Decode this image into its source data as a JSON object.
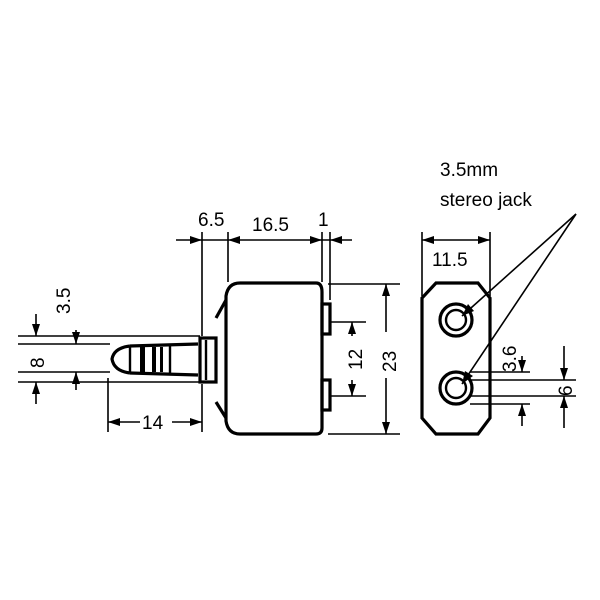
{
  "callout": {
    "line1": "3.5mm",
    "line2": "stereo jack"
  },
  "dimensions": {
    "collar_width": "6.5",
    "body_width": "16.5",
    "flange": "1",
    "side_width": "11.5",
    "tip_offset": "3.5",
    "plug_diameter": "8",
    "plug_length": "14",
    "jack_spacing": "12",
    "body_height": "23",
    "jack_hole": "3.6",
    "jack_pitch": "6"
  },
  "colors": {
    "ink": "#000000",
    "paper": "#ffffff"
  }
}
